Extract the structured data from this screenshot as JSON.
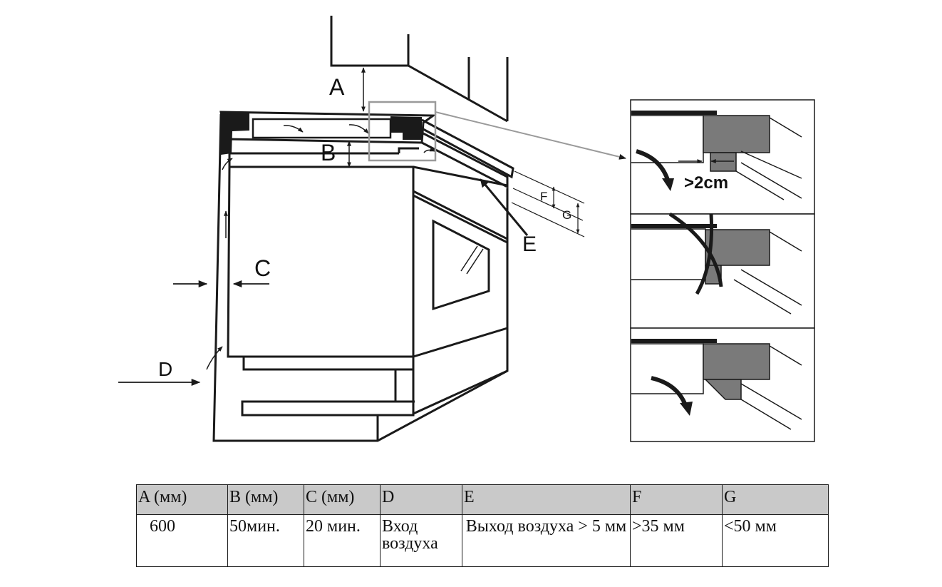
{
  "labels": {
    "a": "A",
    "b": "B",
    "c": "C",
    "d": "D",
    "e": "E",
    "f": "F",
    "g": "G",
    "detail_gap": ">2cm"
  },
  "table": {
    "headers": [
      "A (мм)",
      "B (мм)",
      "C (мм)",
      "D",
      "E",
      "F",
      "G"
    ],
    "values": [
      "600",
      "50мин.",
      "20 мин.",
      "Вход воздуха",
      "Выход воздуха > 5 мм",
      ">35 мм",
      "<50 мм"
    ]
  },
  "colors": {
    "line": "#1a1a1a",
    "detail_fill": "#7a7a7a",
    "callout": "#9a9a9a",
    "header_fill": "#c9c9c9"
  }
}
